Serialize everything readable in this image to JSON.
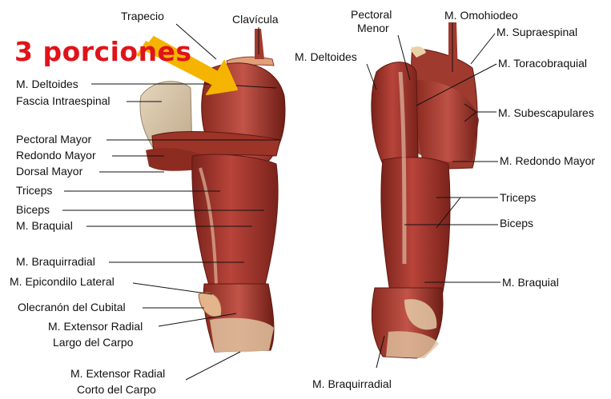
{
  "headline": "3 porciones",
  "left_arm": {
    "labels": {
      "trapecio": "Trapecio",
      "clavicula": "Clavícula",
      "deltoides": "M. Deltoides",
      "fascia": "Fascia Intraespinal",
      "pectoral_mayor": "Pectoral Mayor",
      "redondo_mayor": "Redondo Mayor",
      "dorsal_mayor": "Dorsal Mayor",
      "triceps": "Triceps",
      "biceps": "Biceps",
      "braquial": "M. Braquial",
      "braquirradial": "M. Braquirradial",
      "epicondilo": "M. Epicondilo Lateral",
      "olecranon": "Olecranón del Cubital",
      "ext_largo_1": "M. Extensor Radial",
      "ext_largo_2": "Largo del Carpo",
      "ext_corto_1": "M. Extensor Radial",
      "ext_corto_2": "Corto del Carpo"
    }
  },
  "right_arm": {
    "labels": {
      "pectoral_menor_1": "Pectoral",
      "pectoral_menor_2": "Menor",
      "omohiodeo": "M. Omohiodeo",
      "supraespinal": "M. Supraespinal",
      "deltoides": "M. Deltoides",
      "toracobraquial": "M. Toracobraquial",
      "subescapulares": "M. Subescapulares",
      "redondo_mayor": "M. Redondo Mayor",
      "triceps": "Triceps",
      "biceps": "Biceps",
      "braquial": "M. Braquial",
      "braquirradial": "M. Braquirradial"
    }
  },
  "colors": {
    "muscle": "#a8362b",
    "muscle_dark": "#6e1d16",
    "muscle_light": "#c8574a",
    "fascia": "#d9c7ad",
    "bone": "#e8c9a0",
    "arrow": "#f5b400",
    "headline": "#e0131a"
  }
}
